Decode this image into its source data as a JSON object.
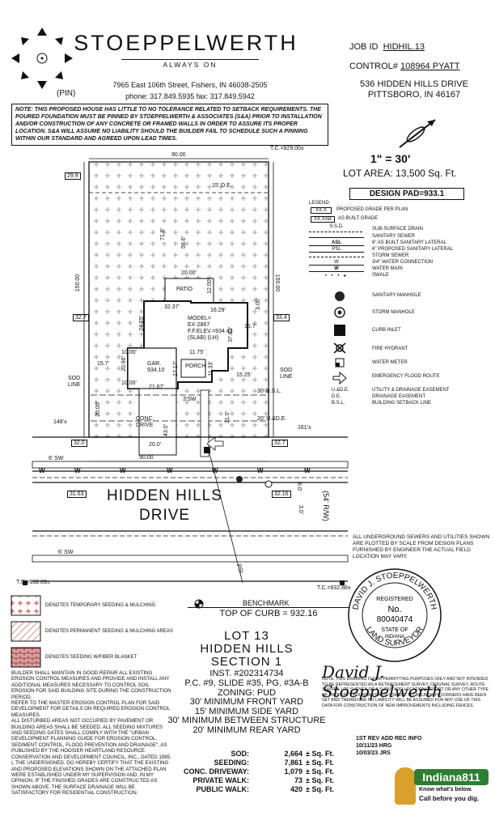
{
  "header": {
    "company": "STOEPPELWERTH",
    "tagline": "ALWAYS ON",
    "address": "7965 East 106th Street, Fishers, IN 46038-2505",
    "phone_fax": "phone: 317.849.5935   fax: 317.849.5942",
    "pin_label": "(PIN)"
  },
  "job": {
    "job_id_label": "JOB ID",
    "job_id": "HIDHIL.13",
    "control_label": "CONTROL#",
    "control": "108964 PYATT",
    "street": "536 HIDDEN HILLS DRIVE",
    "city": "PITTSBORO, IN 46167"
  },
  "note": "NOTE: THIS PROPOSED HOUSE HAS LITTLE TO NO TOLERANCE RELATED TO SETBACK REQUIREMENTS. THE POURED FOUNDATION MUST BE PINNED BY STOEPPELWERTH & ASSOCIATES (S&A) PRIOR TO INSTALLATION AND/OR CONSTRUCTION OF ANY CONCRETE OR FRAMED WALLS IN ORDER TO ASSURE ITS PROPER LOCATION. S&A WILL ASSUME NO LIABILITY SHOULD THE BUILDER FAIL TO SCHEDULE SUCH A PINNING WITHIN OUR STANDARD AND AGREED UPON LEAD TIMES.",
  "scale": "1\" = 30'",
  "lot_area": "LOT AREA: 13,500 Sq. Ft.",
  "design_pad": "DESIGN PAD=933.1",
  "legend": {
    "title": "LEGEND:",
    "items": [
      {
        "sym": "XX.X",
        "label": "PROPOSED GRADE PER PLAN"
      },
      {
        "sym": "XX.XAB",
        "label": "AS BUILT GRADE"
      },
      {
        "sym": "S.S.D.",
        "label": "SUB-SURFACE DRAIN"
      },
      {
        "sym": "",
        "label": "SANITARY SEWER"
      },
      {
        "sym": "ASL",
        "label": "6\" AS BUILT SANITARY LATERAL"
      },
      {
        "sym": "PSL",
        "label": "6\" PROPOSED SANITARY LATERAL"
      },
      {
        "sym": "",
        "label": "STORM SEWER"
      },
      {
        "sym": "W",
        "label": "3/4\" WATER CONNECTION"
      },
      {
        "sym": "W",
        "label": "WATER MAIN"
      },
      {
        "sym": "",
        "label": "SWALE"
      }
    ],
    "symbols": [
      {
        "icon": "sanitary-manhole-icon",
        "label": "SANITARY MANHOLE"
      },
      {
        "icon": "storm-manhole-icon",
        "label": "STORM MANHOLE"
      },
      {
        "icon": "curb-inlet-icon",
        "label": "CURB INLET"
      },
      {
        "icon": "fire-hydrant-icon",
        "label": "FIRE HYDRANT"
      },
      {
        "icon": "water-meter-icon",
        "label": "WATER METER"
      },
      {
        "icon": "flood-route-icon",
        "label": "EMERGENCY FLOOD ROUTE"
      }
    ],
    "abbrevs": [
      {
        "abbr": "U.&D.E.",
        "label": "UTILITY & DRAINAGE EASEMENT"
      },
      {
        "abbr": "D.E.",
        "label": "DRAINAGE EASEMENT"
      },
      {
        "abbr": "B.S.L.",
        "label": "BUILDING SETBACK LINE"
      }
    ]
  },
  "plan": {
    "top_dim": "90.00",
    "bottom_dim": "90.00",
    "left_dim": "150.00",
    "right_dim": "150.00",
    "tc_top": "T.C.=929.00±",
    "tc_bl": "T.C.=932.09±",
    "tc_br": "T.C.=932.88±",
    "grade_tl": "29.9",
    "grade_l1": "32.7",
    "grade_r1": "33.4",
    "grade_bl": "32.0",
    "grade_br": "32.7",
    "grade_road_l": "31.63",
    "grade_road_r": "32.16",
    "de": "15' D.E.",
    "d718": "71.8'",
    "d586": "58.6'",
    "d2000a": "20.00'",
    "d1200": "12.00'",
    "patio": "PATIO",
    "d3237": "32.37'",
    "d1629": "16.29'",
    "d300": "3.00'",
    "d2425": "24.25'",
    "d157a": "15.7'",
    "d157b": "15.7'",
    "d3783": "37.83'",
    "model": "MODEL=",
    "model_name": "EX-2867",
    "ffelev": "F.F.ELEV.=934.43",
    "slab": "(SLAB) (LH)",
    "d1175": "11.75'",
    "d1000a": "10.00'",
    "d2096": "20.96'",
    "gar": "GAR.",
    "gar_elev": "934.10",
    "porch": "PORCH",
    "d1717": "17.17'",
    "d1133": "11.33'",
    "d1000b": "10.00'",
    "d2167": "21.67'",
    "d1525": "15.25'",
    "sod_l": "SOD LINE",
    "sod_r": "SOD LINE",
    "bsl": "30' B.S.L.",
    "sw3": "3'SW",
    "conc_drive": "CONC. DRIVE",
    "d2000b": "20.00'",
    "d430": "43.0'",
    "d310": "31.0'",
    "d200": "20.0'",
    "ue": "20' U.&D.E.",
    "d148": "148'±",
    "d161": "161'±",
    "sw6a": "6' SW",
    "sw6b": "6' SW",
    "street1": "HIDDEN HILLS",
    "street2": "DRIVE",
    "rw": "(54' R/W)",
    "d60": "6.0'",
    "d30": "3.0'",
    "psl": "PSL"
  },
  "plot_note": "ALL UNDERGROUND SEWERS AND UTILITIES SHOWN ARE PLOTTED BY SCALE FROM DESIGN PLANS FURNISHED BY ENGINEER THE ACTUAL FIELD LOCATION MAY VARY.",
  "seal": {
    "name": "DAVID J. STOEPPELWERTH",
    "registered": "REGISTERED",
    "no_label": "No.",
    "number": "80040474",
    "state_of": "STATE OF",
    "state": "INDIANA",
    "title": "LAND SURVEYOR"
  },
  "signature": "David J. Stoeppelwerth",
  "disclaimer": "NOTE: THIS DRAWING IS FOR PERMITTING PURPOSES ONLY AND NOT INTENDED TO BE REPRESENTED AS A RETRACEMENT SURVEY, ORIGINAL SURVEY, ROUTE SURVEY, LOT SURVEY OR A SURVEYOR LOCATION REPORT OR ANY OTHER TYPE OF PROPERTY BOUNDARY ASSESSMENT. NO BOUNDARY CORNERS HAVE BEEN SET AND THEREFORE NO LIABILITY WILL BE ASSUMED FOR ANY USE OF THIS DATA FOR CONSTRUCTION OF NEW IMPROVEMENTS INCLUDING FENCES.",
  "revisions": {
    "title": "1ST REV ADD REC INFO",
    "r1": "10/11/23 HRG",
    "r2": "10/03/23 JRS"
  },
  "indiana811": {
    "brand": "Indiana811",
    "line1": "Know what's below.",
    "line2": "Call before you dig."
  },
  "benchmark": {
    "label": "BENCHMARK",
    "value": "TOP OF CURB = 932.16"
  },
  "lot": {
    "lot": "LOT 13",
    "sub": "HIDDEN HILLS",
    "section": "SECTION 1",
    "inst": "INST. #202314734",
    "pc": "P.C. #9, SLIDE #35, PG. #3A-B",
    "zoning": "ZONING: PUD",
    "front": "30' MINIMUM FRONT YARD",
    "side": "15' MINIMUM SIDE YARD",
    "between": "30' MINIMUM BETWEEN STRUCTURE",
    "rear": "20' MINIMUM REAR YARD"
  },
  "areas": [
    {
      "label": "SOD:",
      "value": "2,664",
      "unit": "± Sq. Ft."
    },
    {
      "label": "SEEDING:",
      "value": "7,861",
      "unit": "± Sq. Ft."
    },
    {
      "label": "CONC. DRIVEWAY:",
      "value": "1,079",
      "unit": "± Sq. Ft."
    },
    {
      "label": "PRIVATE WALK:",
      "value": "73",
      "unit": "± Sq. Ft."
    },
    {
      "label": "PUBLIC WALK:",
      "value": "420",
      "unit": "± Sq. Ft."
    }
  ],
  "seeding_legend": [
    {
      "label": "DENOTES TEMPORARY SEEDING & MULCHING"
    },
    {
      "label": "DENOTES PERMANENT SEEDING & MULCHING AREAS"
    },
    {
      "label": "DENOTES SEEDING W/FIBER BLANKET"
    }
  ],
  "builder_notes": [
    "BUILDER SHALL MAINTAIN IN GOOD REPAIR ALL EXISTING EROSION CONTROL MEASURES AND PROVIDE AND INSTALL ANY ADDITIONAL MEASURES NECESSARY TO CONTROL SOIL EROSION FOR SAID BUILDING SITE DURING THE CONSTRUCTION PERIOD.",
    "REFER TO THE MASTER EROSION CONTROL PLAN FOR SAID DEVELOPMENT FOR DETAILS ON REQUIRED EROSION CONTROL MEASURES.",
    "ALL DISTURBED AREAS NOT OCCUPIED BY PAVEMENT OR BUILDING AREAS SHALL BE SEEDED. ALL SEEDING MIXTURES AND SEEDING DATES SHALL COMPLY WITH THE \"URBAN DEVELOPMENT PLANNING GUIDE FOR EROSION CONTROL, SEDIMENT CONTROL, FLOOD PREVENTION AND DRAINAGE\", AS PUBLISHED BY THE HOOSIER HEARTLAND RESOURCE CONSERVATION AND DEVELOPMENT COUNCIL, INC., DATED 1985.",
    "I, THE UNDERSIGNED, DO HEREBY CERTIFY THAT THE EXISTING AND PROPOSED ELEVATIONS SHOWN ON THE ATTACHED PLAN WERE ESTABLISHED UNDER MY SUPERVISION AND, IN MY OPINION, IF THE FINISHED GRADES ARE CONSTRUCTED AS SHOWN ABOVE, THE SURFACE DRAINAGE WILL BE SATISFACTORY FOR RESIDENTIAL CONSTRUCTION."
  ]
}
